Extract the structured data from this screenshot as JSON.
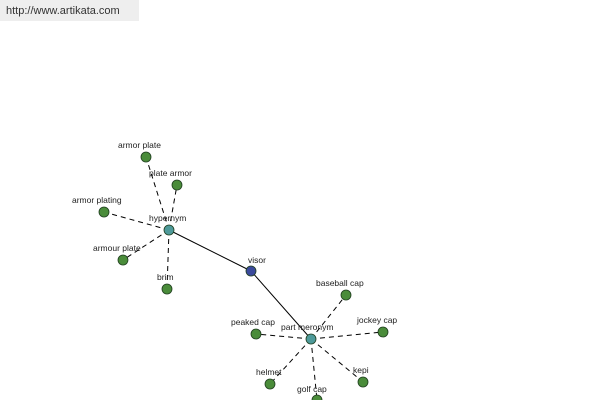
{
  "site": {
    "url_text": "http://www.artikata.com"
  },
  "colors": {
    "center_node": "#3b4a9c",
    "hub_node": "#4e9a9a",
    "leaf_node": "#4a8c3a",
    "node_stroke": "#1f3d1f",
    "solid_edge": "#000000",
    "dashed_edge": "#000000",
    "url_bar_background": "#eeeeee"
  },
  "graph": {
    "center": {
      "id": "visor",
      "label": "visor",
      "kind": "center"
    },
    "hubs": [
      {
        "id": "hypernym",
        "label": "hypernym",
        "kind": "hub"
      },
      {
        "id": "part-meronym",
        "label": "part meronym",
        "kind": "hub"
      }
    ],
    "leaves": [
      {
        "id": "armor-plate",
        "label": "armor plate",
        "hub": "hypernym"
      },
      {
        "id": "plate-armor",
        "label": "plate armor",
        "hub": "hypernym"
      },
      {
        "id": "armor-plating",
        "label": "armor plating",
        "hub": "hypernym"
      },
      {
        "id": "armour-plate",
        "label": "armour plate",
        "hub": "hypernym"
      },
      {
        "id": "brim",
        "label": "brim",
        "hub": "hypernym"
      },
      {
        "id": "baseball-cap",
        "label": "baseball cap",
        "hub": "part-meronym"
      },
      {
        "id": "peaked-cap",
        "label": "peaked cap",
        "hub": "part-meronym"
      },
      {
        "id": "jockey-cap",
        "label": "jockey cap",
        "hub": "part-meronym"
      },
      {
        "id": "helmet",
        "label": "helmet",
        "hub": "part-meronym"
      },
      {
        "id": "kepi",
        "label": "kepi",
        "hub": "part-meronym"
      },
      {
        "id": "golf-cap",
        "label": "golf cap",
        "hub": "part-meronym"
      }
    ]
  }
}
